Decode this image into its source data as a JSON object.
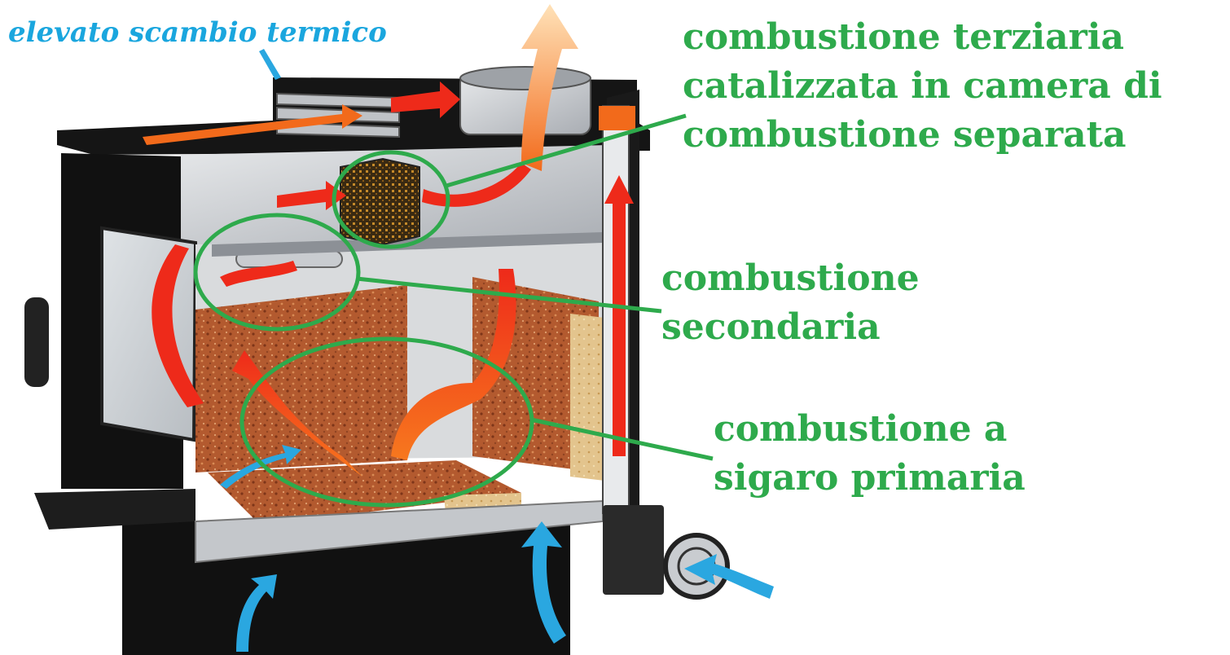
{
  "labels": {
    "heat_exchange": "elevato scambio termico",
    "tertiary": {
      "line1": "combustione terziaria",
      "line2": "catalizzata in camera di",
      "line3": "combustione separata"
    },
    "secondary": {
      "line1": "combustione",
      "line2": "secondaria"
    },
    "primary": {
      "line1": "combustione a",
      "line2": "sigaro primaria"
    }
  },
  "colors": {
    "label_green": "#2eaa4c",
    "label_blue": "#1aa6de",
    "flame_red": "#ee2a1a",
    "flame_orange": "#f7781e",
    "air_blue": "#2aa7e0",
    "stove_black": "#111111",
    "steel": "#c9ccd0",
    "firebrick": "#b0562e"
  }
}
